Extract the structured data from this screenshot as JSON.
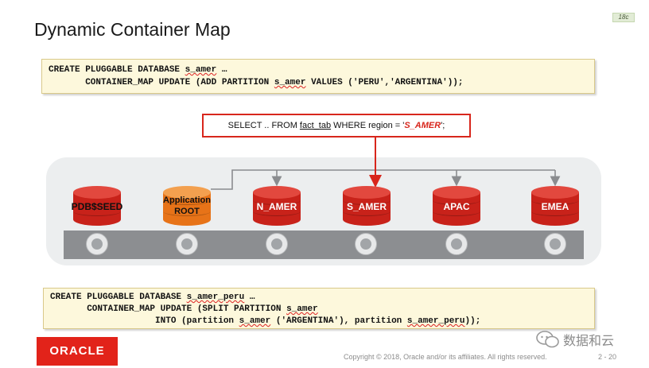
{
  "slide": {
    "title": "Dynamic Container Map",
    "version_badge": "18c"
  },
  "code_top": {
    "line1_a": "CREATE PLUGGABLE DATABASE ",
    "line1_b": "s_amer",
    "line1_c": " …",
    "line2_a": "       CONTAINER_MAP UPDATE (ADD PARTITION ",
    "line2_b": "s_amer",
    "line2_c": " VALUES ('PERU','ARGENTINA'));"
  },
  "sql_query": {
    "prefix": "SELECT .. FROM ",
    "table": "fact_tab",
    "middle": "  WHERE region  = '",
    "region": "S_AMER",
    "suffix": "';"
  },
  "containers": [
    {
      "label": "PDB$SEED",
      "color": "#c8221a"
    },
    {
      "label": "Application\nROOT",
      "color": "#e77318"
    },
    {
      "label": "N_AMER",
      "color": "#c8221a"
    },
    {
      "label": "S_AMER",
      "color": "#c8221a"
    },
    {
      "label": "APAC",
      "color": "#c8221a"
    },
    {
      "label": "EMEA",
      "color": "#c8221a"
    }
  ],
  "code_bottom": {
    "line1_a": "CREATE PLUGGABLE DATABASE ",
    "line1_b": "s_amer_peru",
    "line1_c": " …",
    "line2_a": "       CONTAINER_MAP UPDATE (SPLIT PARTITION ",
    "line2_b": "s_amer",
    "line3_a": "                    INTO (partition ",
    "line3_b": "s_amer",
    "line3_c": " ('ARGENTINA'), partition ",
    "line3_d": "s_amer_peru",
    "line3_e": "));"
  },
  "footer": {
    "logo": "ORACLE",
    "copyright": "Copyright © 2018, Oracle and/or its affiliates. All rights reserved.",
    "page": "2 - 20",
    "watermark": "数据和云"
  },
  "colors": {
    "accent_red": "#d8261c",
    "code_bg": "#fdf8dc",
    "oracle_red": "#e2231a",
    "app_root_orange": "#e77318"
  }
}
